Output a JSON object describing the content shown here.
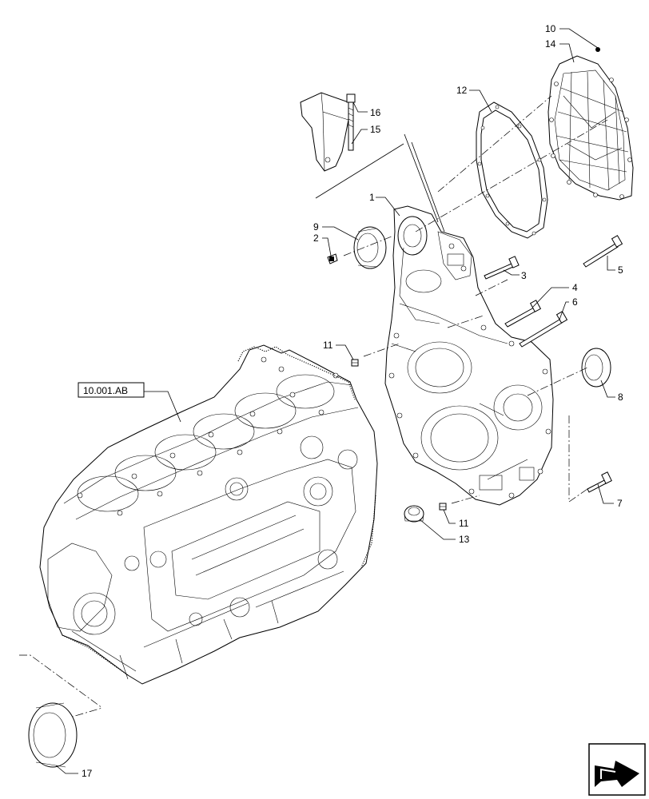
{
  "reference_box": "10.001.AB",
  "callouts": [
    {
      "id": "c1",
      "text": "1"
    },
    {
      "id": "c2",
      "text": "2"
    },
    {
      "id": "c3",
      "text": "3"
    },
    {
      "id": "c4",
      "text": "4"
    },
    {
      "id": "c5",
      "text": "5"
    },
    {
      "id": "c6",
      "text": "6"
    },
    {
      "id": "c7",
      "text": "7"
    },
    {
      "id": "c8",
      "text": "8"
    },
    {
      "id": "c9",
      "text": "9"
    },
    {
      "id": "c10",
      "text": "10"
    },
    {
      "id": "c11a",
      "text": "11"
    },
    {
      "id": "c11b",
      "text": "11"
    },
    {
      "id": "c12",
      "text": "12"
    },
    {
      "id": "c13",
      "text": "13"
    },
    {
      "id": "c14",
      "text": "14"
    },
    {
      "id": "c15",
      "text": "15"
    },
    {
      "id": "c16",
      "text": "16"
    },
    {
      "id": "c17",
      "text": "17"
    }
  ],
  "nav_icon": "next-page-arrow-icon"
}
